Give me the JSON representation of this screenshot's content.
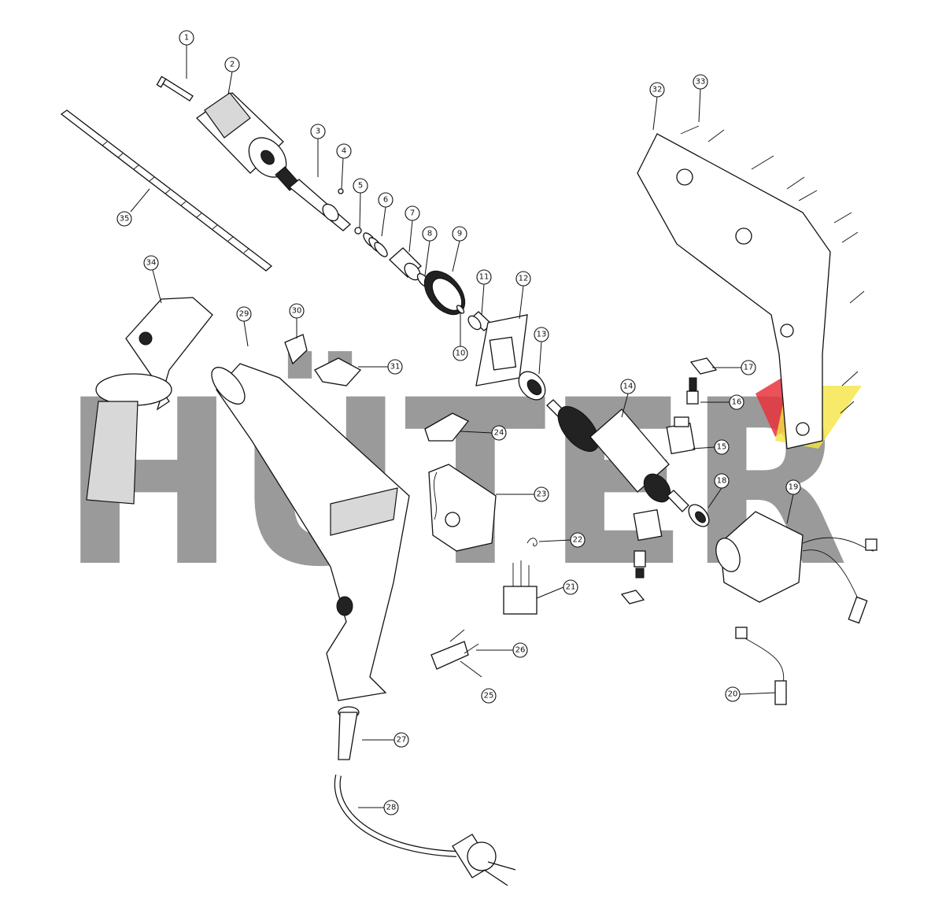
{
  "watermark": {
    "text": "HÜTER",
    "color": "#9a9a9a",
    "logo_colors": [
      "#e8323c",
      "#f4e542"
    ]
  },
  "callouts": [
    "1",
    "2",
    "3",
    "4",
    "5",
    "6",
    "7",
    "8",
    "9",
    "10",
    "11",
    "12",
    "13",
    "14",
    "15",
    "16",
    "17",
    "18",
    "19",
    "20",
    "21",
    "22",
    "23",
    "24",
    "25",
    "26",
    "27",
    "28",
    "29",
    "30",
    "31",
    "32",
    "33",
    "34",
    "35"
  ]
}
